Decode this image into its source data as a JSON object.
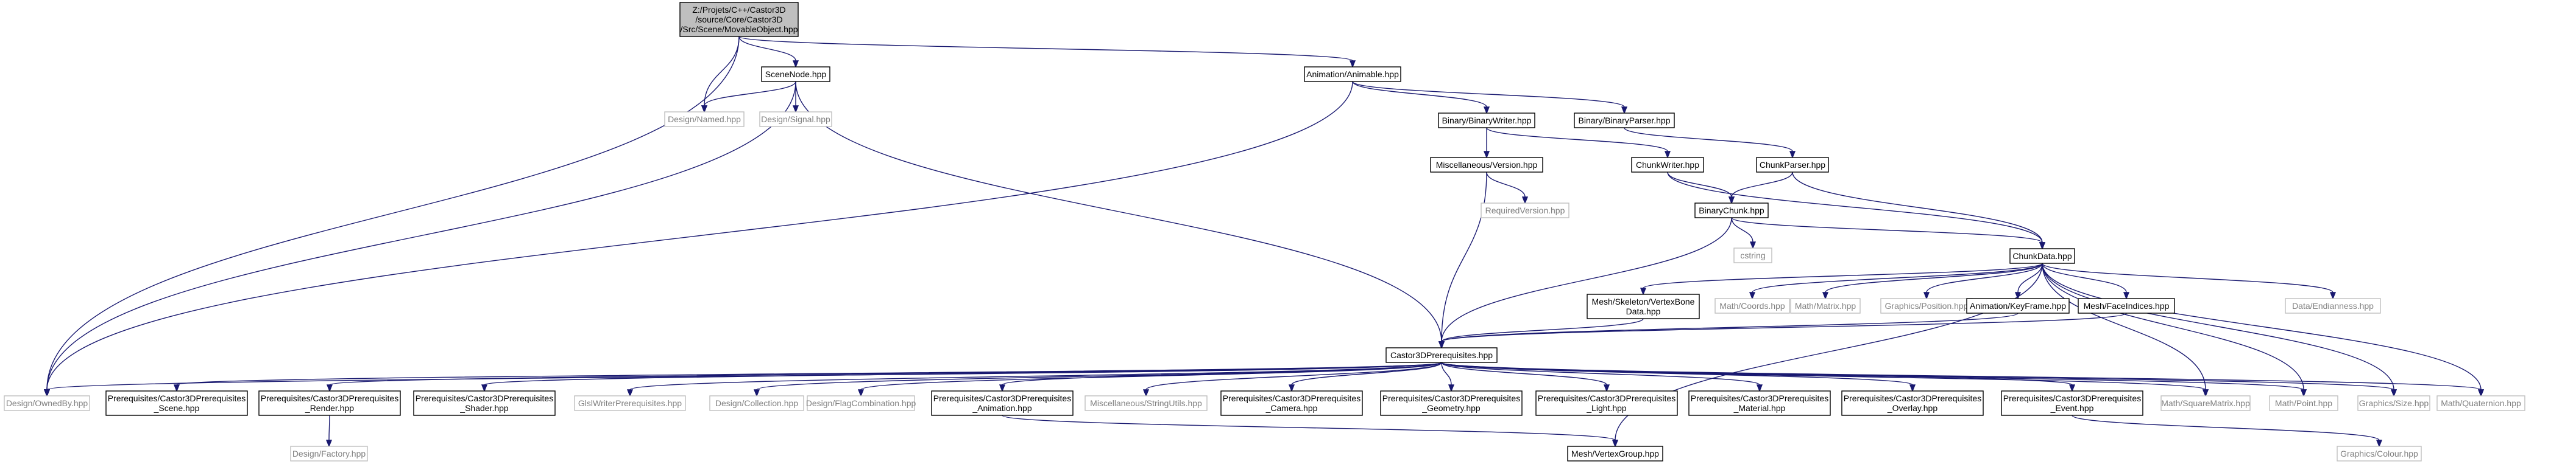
{
  "graph": {
    "colors": {
      "edge": "#191970",
      "root_fill": "#bfbfbf",
      "node_fill": "#ffffff",
      "node_border": "#000000",
      "external_border": "#bfbfbf",
      "external_text": "#808080",
      "text": "#000000"
    },
    "nodes": [
      {
        "id": "root",
        "lines": [
          "Z:/Projets/C++/Castor3D",
          "/source/Core/Castor3D",
          "/Src/Scene/MovableObject.hpp"
        ],
        "kind": "root"
      },
      {
        "id": "scenenode",
        "lines": [
          "SceneNode.hpp"
        ],
        "kind": "internal"
      },
      {
        "id": "animable",
        "lines": [
          "Animation/Animable.hpp"
        ],
        "kind": "internal"
      },
      {
        "id": "named",
        "lines": [
          "Design/Named.hpp"
        ],
        "kind": "external"
      },
      {
        "id": "signal",
        "lines": [
          "Design/Signal.hpp"
        ],
        "kind": "external"
      },
      {
        "id": "binwriter",
        "lines": [
          "Binary/BinaryWriter.hpp"
        ],
        "kind": "internal"
      },
      {
        "id": "binparser",
        "lines": [
          "Binary/BinaryParser.hpp"
        ],
        "kind": "internal"
      },
      {
        "id": "version",
        "lines": [
          "Miscellaneous/Version.hpp"
        ],
        "kind": "internal"
      },
      {
        "id": "chunkwriter",
        "lines": [
          "ChunkWriter.hpp"
        ],
        "kind": "internal"
      },
      {
        "id": "chunkparser",
        "lines": [
          "ChunkParser.hpp"
        ],
        "kind": "internal"
      },
      {
        "id": "reqversion",
        "lines": [
          "RequiredVersion.hpp"
        ],
        "kind": "external"
      },
      {
        "id": "binchunk",
        "lines": [
          "BinaryChunk.hpp"
        ],
        "kind": "internal"
      },
      {
        "id": "cstring",
        "lines": [
          "cstring"
        ],
        "kind": "external"
      },
      {
        "id": "chunkdata",
        "lines": [
          "ChunkData.hpp"
        ],
        "kind": "internal"
      },
      {
        "id": "vertexbone",
        "lines": [
          "Mesh/Skeleton/VertexBone",
          "Data.hpp"
        ],
        "kind": "internal"
      },
      {
        "id": "coords",
        "lines": [
          "Math/Coords.hpp"
        ],
        "kind": "external"
      },
      {
        "id": "matrix",
        "lines": [
          "Math/Matrix.hpp"
        ],
        "kind": "external"
      },
      {
        "id": "position",
        "lines": [
          "Graphics/Position.hpp"
        ],
        "kind": "external"
      },
      {
        "id": "keyframe",
        "lines": [
          "Animation/KeyFrame.hpp"
        ],
        "kind": "internal"
      },
      {
        "id": "faceindices",
        "lines": [
          "Mesh/FaceIndices.hpp"
        ],
        "kind": "internal"
      },
      {
        "id": "endianness",
        "lines": [
          "Data/Endianness.hpp"
        ],
        "kind": "external"
      },
      {
        "id": "c3dprereq",
        "lines": [
          "Castor3DPrerequisites.hpp"
        ],
        "kind": "internal"
      },
      {
        "id": "ownedby",
        "lines": [
          "Design/OwnedBy.hpp"
        ],
        "kind": "external"
      },
      {
        "id": "p_scene",
        "lines": [
          "Prerequisites/Castor3DPrerequisites",
          "_Scene.hpp"
        ],
        "kind": "internal"
      },
      {
        "id": "p_render",
        "lines": [
          "Prerequisites/Castor3DPrerequisites",
          "_Render.hpp"
        ],
        "kind": "internal"
      },
      {
        "id": "p_shader",
        "lines": [
          "Prerequisites/Castor3DPrerequisites",
          "_Shader.hpp"
        ],
        "kind": "internal"
      },
      {
        "id": "glsl",
        "lines": [
          "GlslWriterPrerequisites.hpp"
        ],
        "kind": "external"
      },
      {
        "id": "collection",
        "lines": [
          "Design/Collection.hpp"
        ],
        "kind": "external"
      },
      {
        "id": "flagcomb",
        "lines": [
          "Design/FlagCombination.hpp"
        ],
        "kind": "external"
      },
      {
        "id": "p_anim",
        "lines": [
          "Prerequisites/Castor3DPrerequisites",
          "_Animation.hpp"
        ],
        "kind": "internal"
      },
      {
        "id": "strutils",
        "lines": [
          "Miscellaneous/StringUtils.hpp"
        ],
        "kind": "external"
      },
      {
        "id": "p_camera",
        "lines": [
          "Prerequisites/Castor3DPrerequisites",
          "_Camera.hpp"
        ],
        "kind": "internal"
      },
      {
        "id": "p_geometry",
        "lines": [
          "Prerequisites/Castor3DPrerequisites",
          "_Geometry.hpp"
        ],
        "kind": "internal"
      },
      {
        "id": "p_light",
        "lines": [
          "Prerequisites/Castor3DPrerequisites",
          "_Light.hpp"
        ],
        "kind": "internal"
      },
      {
        "id": "p_material",
        "lines": [
          "Prerequisites/Castor3DPrerequisites",
          "_Material.hpp"
        ],
        "kind": "internal"
      },
      {
        "id": "p_overlay",
        "lines": [
          "Prerequisites/Castor3DPrerequisites",
          "_Overlay.hpp"
        ],
        "kind": "internal"
      },
      {
        "id": "p_event",
        "lines": [
          "Prerequisites/Castor3DPrerequisites",
          "_Event.hpp"
        ],
        "kind": "internal"
      },
      {
        "id": "sqmatrix",
        "lines": [
          "Math/SquareMatrix.hpp"
        ],
        "kind": "external"
      },
      {
        "id": "point",
        "lines": [
          "Math/Point.hpp"
        ],
        "kind": "external"
      },
      {
        "id": "size",
        "lines": [
          "Graphics/Size.hpp"
        ],
        "kind": "external"
      },
      {
        "id": "quaternion",
        "lines": [
          "Math/Quaternion.hpp"
        ],
        "kind": "external"
      },
      {
        "id": "factory",
        "lines": [
          "Design/Factory.hpp"
        ],
        "kind": "external"
      },
      {
        "id": "vertexgroup",
        "lines": [
          "Mesh/VertexGroup.hpp"
        ],
        "kind": "internal"
      },
      {
        "id": "colour",
        "lines": [
          "Graphics/Colour.hpp"
        ],
        "kind": "external"
      }
    ],
    "edges": [
      [
        "root",
        "ownedby"
      ],
      [
        "root",
        "named"
      ],
      [
        "root",
        "scenenode"
      ],
      [
        "root",
        "animable"
      ],
      [
        "scenenode",
        "named"
      ],
      [
        "scenenode",
        "signal"
      ],
      [
        "scenenode",
        "ownedby"
      ],
      [
        "scenenode",
        "c3dprereq"
      ],
      [
        "animable",
        "binwriter"
      ],
      [
        "animable",
        "binparser"
      ],
      [
        "animable",
        "ownedby"
      ],
      [
        "binwriter",
        "version"
      ],
      [
        "binwriter",
        "chunkwriter"
      ],
      [
        "binparser",
        "chunkparser"
      ],
      [
        "version",
        "reqversion"
      ],
      [
        "version",
        "c3dprereq"
      ],
      [
        "chunkwriter",
        "binchunk"
      ],
      [
        "chunkwriter",
        "chunkdata"
      ],
      [
        "chunkparser",
        "binchunk"
      ],
      [
        "chunkparser",
        "chunkdata"
      ],
      [
        "binchunk",
        "cstring"
      ],
      [
        "binchunk",
        "chunkdata"
      ],
      [
        "binchunk",
        "c3dprereq"
      ],
      [
        "chunkdata",
        "vertexbone"
      ],
      [
        "chunkdata",
        "coords"
      ],
      [
        "chunkdata",
        "matrix"
      ],
      [
        "chunkdata",
        "position"
      ],
      [
        "chunkdata",
        "keyframe"
      ],
      [
        "chunkdata",
        "faceindices"
      ],
      [
        "chunkdata",
        "endianness"
      ],
      [
        "chunkdata",
        "sqmatrix"
      ],
      [
        "chunkdata",
        "point"
      ],
      [
        "chunkdata",
        "size"
      ],
      [
        "chunkdata",
        "quaternion"
      ],
      [
        "chunkdata",
        "vertexgroup"
      ],
      [
        "vertexbone",
        "c3dprereq"
      ],
      [
        "keyframe",
        "c3dprereq"
      ],
      [
        "faceindices",
        "c3dprereq"
      ],
      [
        "c3dprereq",
        "ownedby"
      ],
      [
        "c3dprereq",
        "p_scene"
      ],
      [
        "c3dprereq",
        "p_render"
      ],
      [
        "c3dprereq",
        "p_shader"
      ],
      [
        "c3dprereq",
        "glsl"
      ],
      [
        "c3dprereq",
        "collection"
      ],
      [
        "c3dprereq",
        "flagcomb"
      ],
      [
        "c3dprereq",
        "p_anim"
      ],
      [
        "c3dprereq",
        "strutils"
      ],
      [
        "c3dprereq",
        "p_camera"
      ],
      [
        "c3dprereq",
        "p_geometry"
      ],
      [
        "c3dprereq",
        "p_light"
      ],
      [
        "c3dprereq",
        "p_material"
      ],
      [
        "c3dprereq",
        "p_overlay"
      ],
      [
        "c3dprereq",
        "p_event"
      ],
      [
        "c3dprereq",
        "sqmatrix"
      ],
      [
        "c3dprereq",
        "point"
      ],
      [
        "c3dprereq",
        "size"
      ],
      [
        "c3dprereq",
        "quaternion"
      ],
      [
        "p_render",
        "factory"
      ],
      [
        "p_anim",
        "vertexgroup"
      ],
      [
        "p_event",
        "colour"
      ]
    ]
  }
}
